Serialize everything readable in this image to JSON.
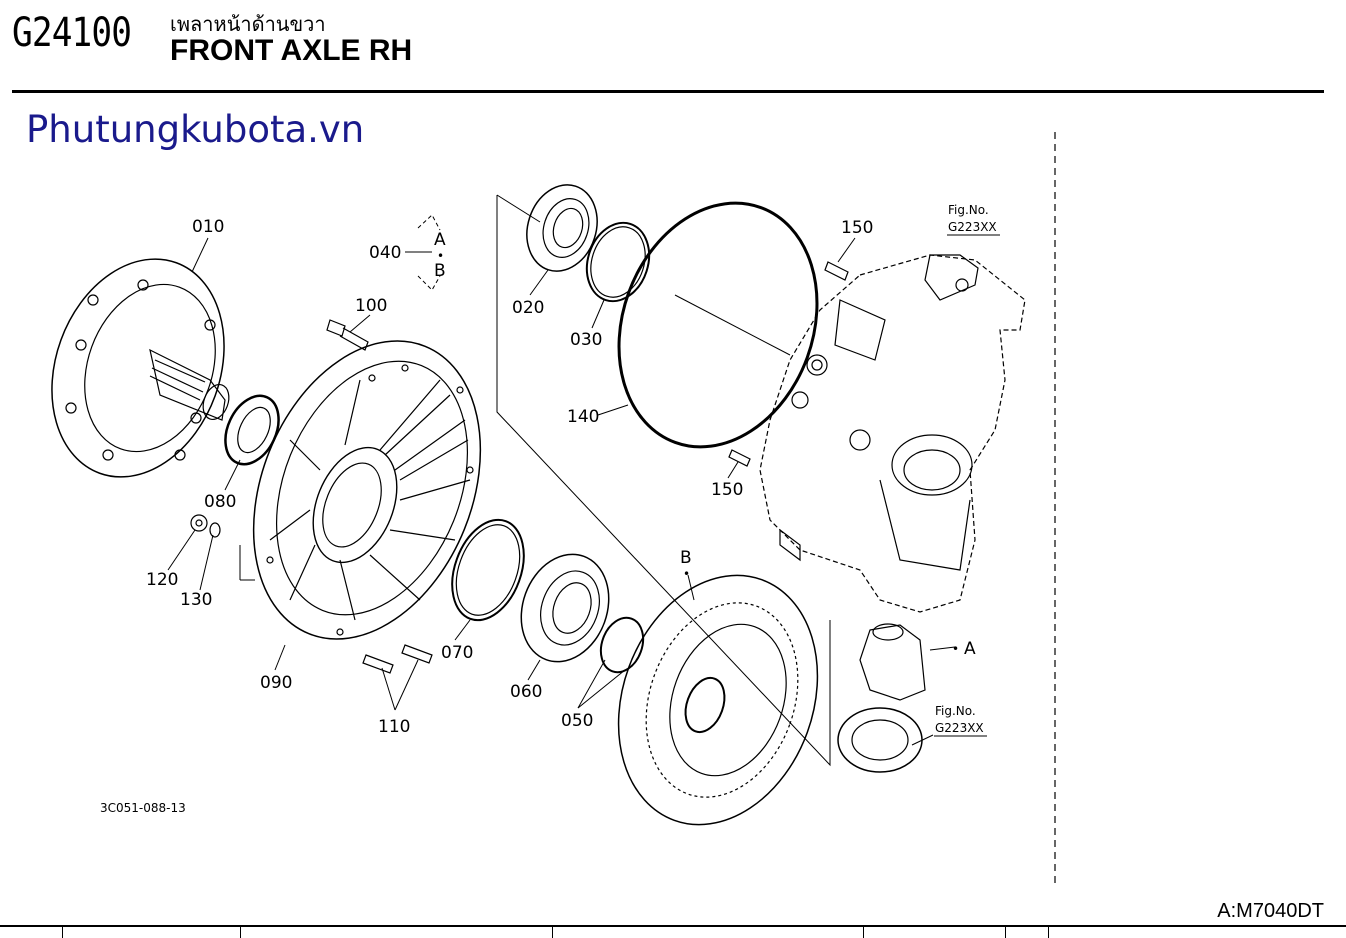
{
  "header": {
    "page_code": "G24100",
    "title_thai": "เพลาหน้าด้านขวา",
    "title_en": "FRONT AXLE RH"
  },
  "watermark": "Phutungkubota.vn",
  "diagram": {
    "drawing_code": "3C051-088-13",
    "callouts": {
      "p010": "010",
      "p020": "020",
      "p030": "030",
      "p040": "040",
      "p050": "050",
      "p060": "060",
      "p070": "070",
      "p080": "080",
      "p090": "090",
      "p100": "100",
      "p110": "110",
      "p120": "120",
      "p130": "130",
      "p140": "140",
      "p150a": "150",
      "p150b": "150"
    },
    "ref_a": "A",
    "ref_b": "B",
    "ref_dot": "•",
    "fig_ref_label": "Fig.No.",
    "fig_ref_number": "G223XX"
  },
  "footer": {
    "model_code": "A:M7040DT"
  }
}
